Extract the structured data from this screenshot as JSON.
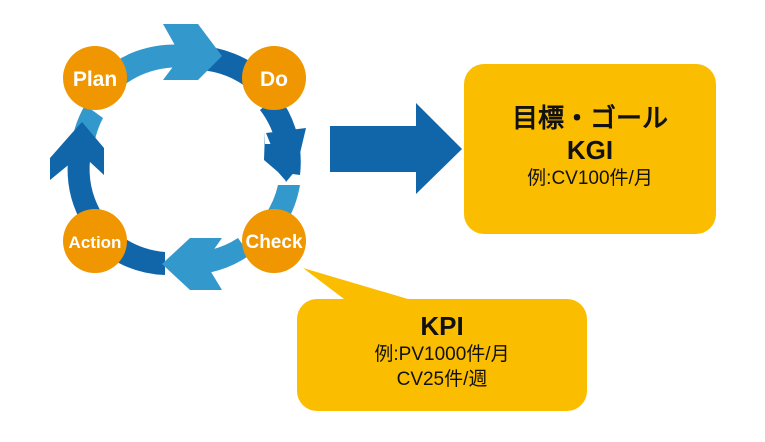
{
  "cycle": {
    "nodes": [
      {
        "label": "Plan"
      },
      {
        "label": "Do"
      },
      {
        "label": "Check"
      },
      {
        "label": "Action"
      }
    ],
    "colors": {
      "node_fill": "#f09600",
      "ring_light": "#3399cc",
      "ring_dark": "#1166aa",
      "big_arrow": "#1166aa",
      "box_fill": "#fbbd00"
    }
  },
  "kgi_box": {
    "title": "目標・ゴール",
    "subtitle": "KGI",
    "example": "例:CV100件/月"
  },
  "kpi_box": {
    "title": "KPI",
    "example_1": "例:PV1000件/月",
    "example_2": "CV25件/週"
  }
}
